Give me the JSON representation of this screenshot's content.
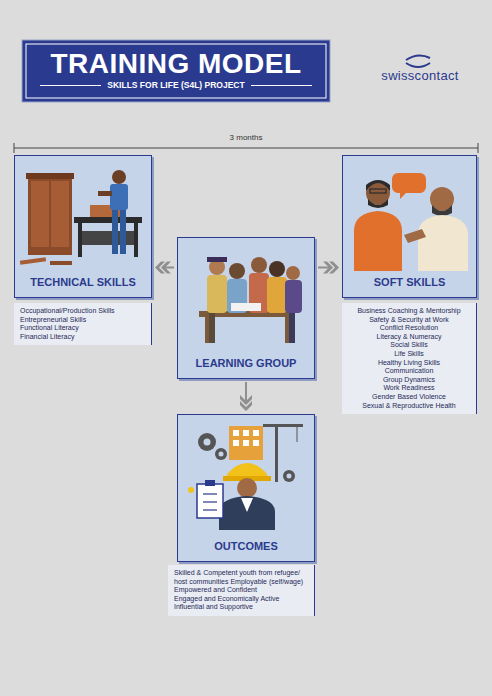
{
  "diagram": {
    "title": "TRAINING MODEL",
    "nodes": [
      {
        "text": [
          "TECHNICAL SKILLS"
        ]
      },
      {
        "text": [
          "Occupational/Production Skills",
          "Entrepreneurial Skills",
          "Functional Literacy",
          "Financial Literacy"
        ]
      },
      {
        "text": [
          "SOFT SKILLS"
        ]
      },
      {
        "text": [
          "Business Coaching & Mentorship",
          "Safety & Security at Work",
          "Conflict Resolution",
          "Literacy & Numeracy",
          "Social Skills",
          "Life Skills",
          "Healthy Living Skills",
          "Communication",
          "Group Dynamics",
          "Work Readiness",
          "Gender Based Violence",
          "Sexual & Reproductive Health"
        ]
      },
      {
        "text": [
          "LEARNING GROUP"
        ]
      },
      {
        "text": [
          "OUTCOMES"
        ]
      },
      {
        "text": [
          "Skilled & Competent youth from refugee/ host communities Employable (self/wage)",
          "Empowered and Confident",
          "Engaged and Economically Active",
          "Influential and Supportive"
        ]
      }
    ],
    "edges": [
      {
        "from": 4,
        "to": 0,
        "arrow": "to"
      },
      {
        "from": 4,
        "to": 2,
        "arrow": "to"
      },
      {
        "from": 4,
        "to": 5,
        "arrow": "to"
      }
    ],
    "labels": [
      "SKILLS FOR LIFE (S4L) PROJECT",
      "swisscontact",
      "3 months"
    ]
  }
}
